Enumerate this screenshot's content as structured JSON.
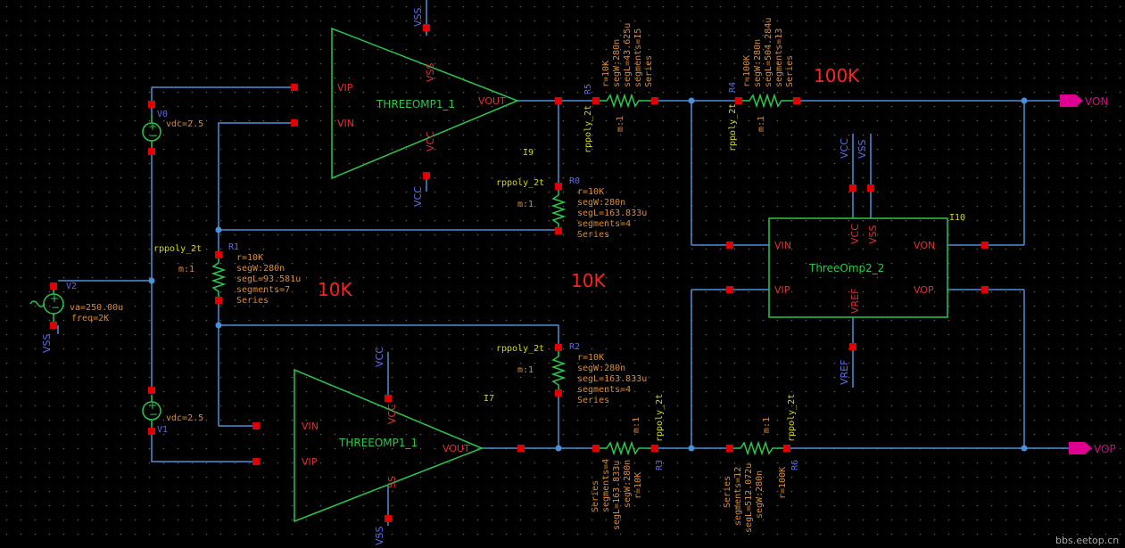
{
  "top_opamp": {
    "name": "THREEOMP1_1",
    "vip": "VIP",
    "vin": "VIN",
    "vout": "VOUT",
    "vss": "VSS",
    "vcc": "VCC",
    "net_vss": "VSS",
    "net_vcc": "VCC",
    "inst": "I9"
  },
  "bot_opamp": {
    "name": "THREEOMP1_1",
    "vip": "VIP",
    "vin": "VIN",
    "vout": "VOUT",
    "vss": "SS",
    "vcc": "VCC",
    "net_vss": "VSS",
    "net_vcc": "VCC",
    "inst": "I7"
  },
  "fd_amp": {
    "name": "ThreeOmp2_2",
    "inst": "I10",
    "vin": "VIN",
    "vip": "VIP",
    "von": "VON",
    "vop": "VOP",
    "vcc": "VCC",
    "vss": "VSS",
    "vref": "VREF",
    "net_vcc": "VCC",
    "net_vss": "VSS",
    "net_vref": "VREF"
  },
  "v0": {
    "name": "V0",
    "param": "vdc=2.5"
  },
  "v1": {
    "name": "V1",
    "param": "vdc=2.5"
  },
  "v2": {
    "name": "V2",
    "vss": "VSS",
    "params": [
      "va=250.00u",
      "freq=2K"
    ]
  },
  "r1": {
    "cell": "rppoly_2t",
    "name": "R1",
    "m": "m:1",
    "params": [
      "r=10K",
      "segW:280n",
      "segL=93.581u",
      "segments=7",
      "Series"
    ]
  },
  "r0": {
    "cell": "rppoly_2t",
    "name": "R0",
    "m": "m:1",
    "params": [
      "r=10K",
      "segW:280n",
      "segL=163.833u",
      "segments=4",
      "Series"
    ]
  },
  "r2": {
    "cell": "rppoly_2t",
    "name": "R2",
    "m": "m:1",
    "params": [
      "r=10K",
      "segW:280n",
      "segL=163.833u",
      "segments=4",
      "Series"
    ]
  },
  "r5": {
    "cell": "rppoly_2t",
    "name": "R5",
    "m": "m:1",
    "params": [
      "r=10K",
      "segW:280n",
      "segL=43.625u",
      "segments=15",
      "Series"
    ]
  },
  "r4": {
    "cell": "rppoly_2t",
    "name": "R4",
    "m": "m:1",
    "params": [
      "r=100K",
      "segW:280n",
      "segL=504.284u",
      "segments=13",
      "Series"
    ]
  },
  "r3": {
    "cell": "rppoly_2t",
    "name": "R3",
    "m": "m:1",
    "params": [
      "r=10K",
      "segW:280n",
      "segL=163.833u",
      "segments=4",
      "Series"
    ]
  },
  "r6": {
    "cell": "rppoly_2t",
    "name": "R6",
    "m": "m:1",
    "params": [
      "r=100K",
      "segW:280n",
      "segL=512.072u",
      "segments=12",
      "Series"
    ]
  },
  "ports": {
    "von": "VON",
    "vop": "VOP"
  },
  "annotations": {
    "a100k": "100K",
    "a10k_left": "10K",
    "a10k_mid": "10K"
  },
  "watermark": "bbs.eetop.cn",
  "colors": {
    "background": "#000000",
    "wire": "#4a90d9",
    "symbol": "#29c94a",
    "pin": "#e00000",
    "label": "#e08a2a",
    "cell": "#d8d800",
    "annotation": "#ff2020",
    "port": "#e00090"
  }
}
